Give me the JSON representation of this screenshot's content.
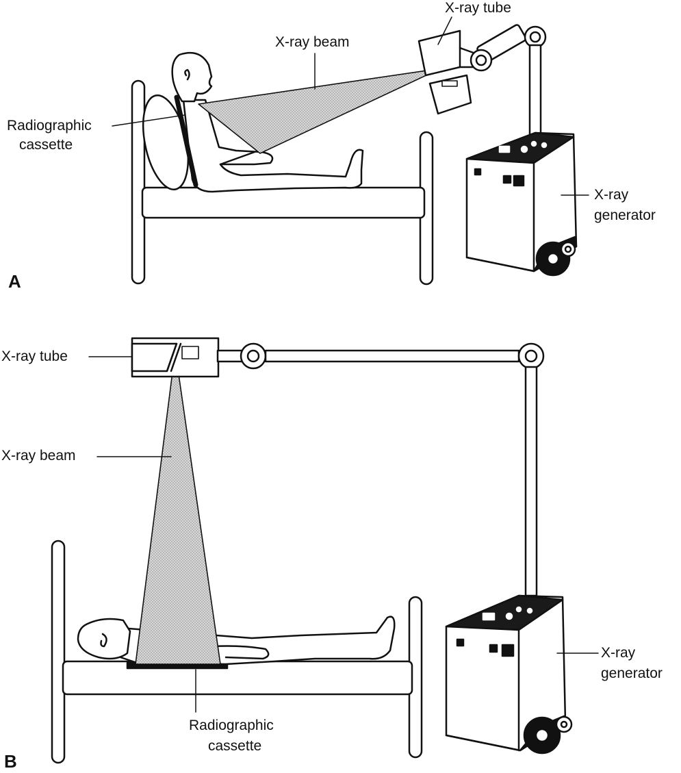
{
  "panel_a": {
    "letter": "A",
    "xray_tube": "X-ray tube",
    "xray_beam": "X-ray beam",
    "cassette_line1": "Radiographic",
    "cassette_line2": "cassette",
    "generator_line1": "X-ray",
    "generator_line2": "generator"
  },
  "panel_b": {
    "letter": "B",
    "xray_tube": "X-ray tube",
    "xray_beam": "X-ray beam",
    "cassette_line1": "Radiographic",
    "cassette_line2": "cassette",
    "generator_line1": "X-ray",
    "generator_line2": "generator"
  },
  "colors": {
    "ink": "#111111",
    "beam": "#c8c8c8",
    "panel_dark": "#1a1a1a"
  }
}
